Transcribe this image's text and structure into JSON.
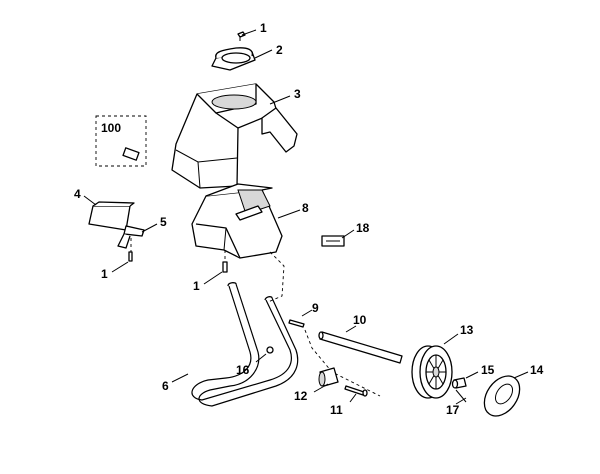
{
  "callouts": [
    {
      "id": "c1a",
      "text": "1"
    },
    {
      "id": "c2",
      "text": "2"
    },
    {
      "id": "c3",
      "text": "3"
    },
    {
      "id": "c100",
      "text": "100"
    },
    {
      "id": "c4",
      "text": "4"
    },
    {
      "id": "c5",
      "text": "5"
    },
    {
      "id": "c1b",
      "text": "1"
    },
    {
      "id": "c8",
      "text": "8"
    },
    {
      "id": "c18",
      "text": "18"
    },
    {
      "id": "c1c",
      "text": "1"
    },
    {
      "id": "c9",
      "text": "9"
    },
    {
      "id": "c10",
      "text": "10"
    },
    {
      "id": "c13",
      "text": "13"
    },
    {
      "id": "c6",
      "text": "6"
    },
    {
      "id": "c16",
      "text": "16"
    },
    {
      "id": "c15",
      "text": "15"
    },
    {
      "id": "c14",
      "text": "14"
    },
    {
      "id": "c12",
      "text": "12"
    },
    {
      "id": "c17",
      "text": "17"
    },
    {
      "id": "c11",
      "text": "11"
    }
  ]
}
